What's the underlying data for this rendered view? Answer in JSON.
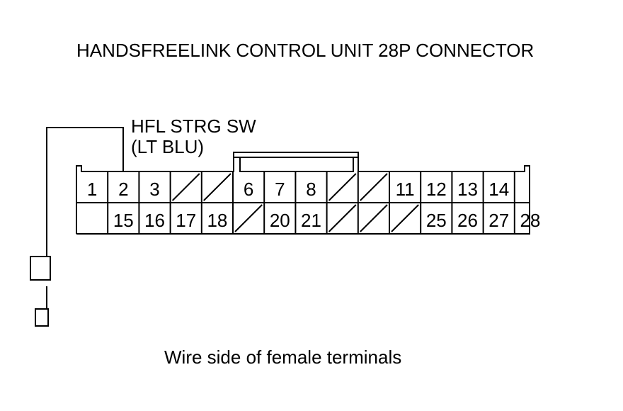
{
  "title": "HANDSFREELINK CONTROL UNIT 28P CONNECTOR",
  "wire_label": {
    "name": "HFL STRG SW",
    "color": "(LT BLU)"
  },
  "footer": "Wire side of female terminals",
  "connector": {
    "top_row": [
      "1",
      "2",
      "3",
      "/",
      "/",
      "6",
      "7",
      "8",
      "/",
      "/",
      "11",
      "12",
      "13",
      "14",
      ""
    ],
    "bottom_row": [
      "",
      "15",
      "16",
      "17",
      "18",
      "/",
      "20",
      "21",
      "/",
      "/",
      "/",
      "25",
      "26",
      "27",
      "28"
    ]
  }
}
